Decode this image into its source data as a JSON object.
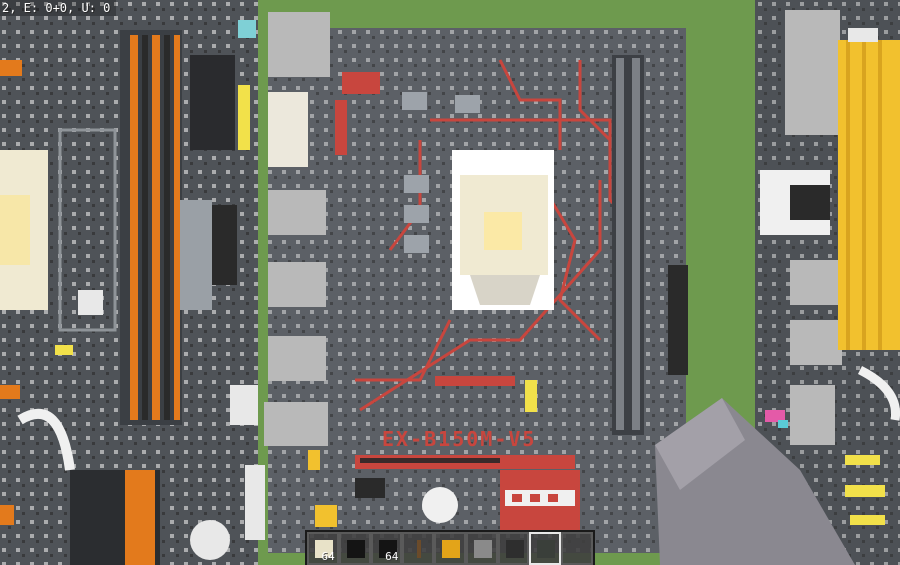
{
  "hud": {
    "debug_text": "2, E: 0+0, U: 0"
  },
  "hotbar": {
    "selected_index": 7,
    "slots": [
      {
        "icon": "paper-block-icon",
        "color": "#e8e2c8",
        "count": "64"
      },
      {
        "icon": "black-concrete-icon",
        "color": "#141414",
        "count": ""
      },
      {
        "icon": "black-concrete-icon",
        "color": "#141414",
        "count": "64"
      },
      {
        "icon": "stick-icon",
        "color": "#6b4b2a",
        "count": ""
      },
      {
        "icon": "gold-block-icon",
        "color": "#e3a419",
        "count": ""
      },
      {
        "icon": "stone-block-icon",
        "color": "#8a8a8a",
        "count": ""
      },
      {
        "icon": "coal-block-icon",
        "color": "#2e2e2e",
        "count": ""
      },
      {
        "icon": "glass-pane-icon",
        "color": "#3a3f3a",
        "count": ""
      },
      {
        "icon": "empty-slot-icon",
        "color": "#3a3a3a",
        "count": ""
      }
    ]
  },
  "scene": {
    "board_label": "EX-B150M-V5",
    "colors": {
      "grass": "#6e9a4e",
      "board": "#5c6066",
      "trace": "#c8463e",
      "socket": "#f0ead2",
      "ram_orange": "#e37a1c",
      "gold": "#f2c12e"
    }
  }
}
